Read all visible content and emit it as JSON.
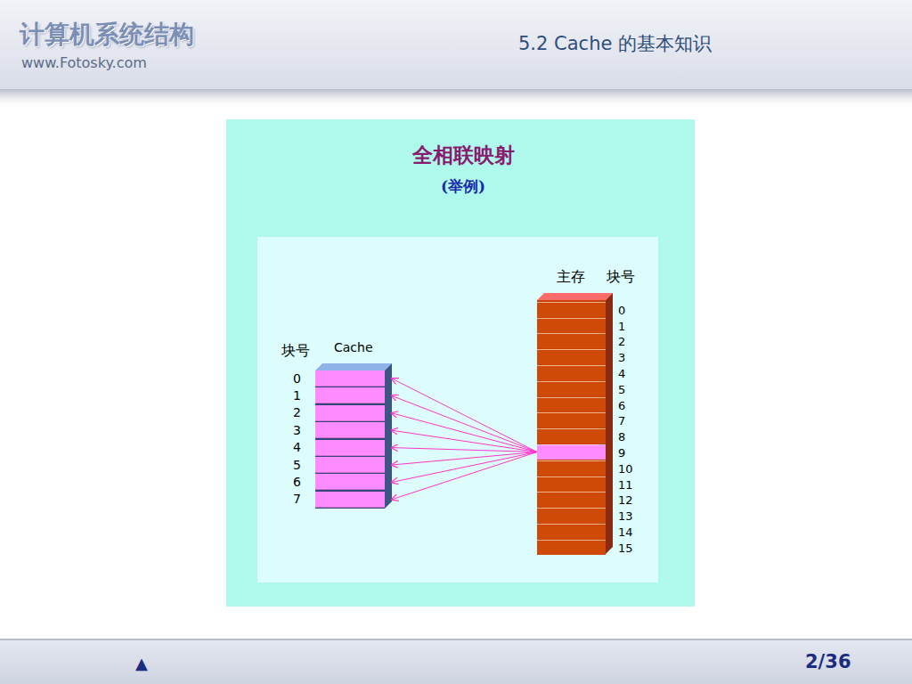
{
  "diagram": {
    "title": "全相联映射",
    "nodes": [
      {
        "text": [
          "Cache"
        ]
      },
      {
        "text": [
          "0"
        ],
        "in": 0
      },
      {
        "text": [
          "1"
        ],
        "in": 0
      },
      {
        "text": [
          "2"
        ],
        "in": 0
      },
      {
        "text": [
          "3"
        ],
        "in": 0
      },
      {
        "text": [
          "4"
        ],
        "in": 0
      },
      {
        "text": [
          "5"
        ],
        "in": 0
      },
      {
        "text": [
          "6"
        ],
        "in": 0
      },
      {
        "text": [
          "7"
        ],
        "in": 0
      },
      {
        "text": [
          "主存"
        ]
      },
      {
        "text": [
          "0"
        ],
        "in": 9
      },
      {
        "text": [
          "1"
        ],
        "in": 9
      },
      {
        "text": [
          "2"
        ],
        "in": 9
      },
      {
        "text": [
          "3"
        ],
        "in": 9
      },
      {
        "text": [
          "4"
        ],
        "in": 9
      },
      {
        "text": [
          "5"
        ],
        "in": 9
      },
      {
        "text": [
          "6"
        ],
        "in": 9
      },
      {
        "text": [
          "7"
        ],
        "in": 9
      },
      {
        "text": [
          "8"
        ],
        "in": 9
      },
      {
        "text": [
          "9"
        ],
        "in": 9
      },
      {
        "text": [
          "10"
        ],
        "in": 9
      },
      {
        "text": [
          "11"
        ],
        "in": 9
      },
      {
        "text": [
          "12"
        ],
        "in": 9
      },
      {
        "text": [
          "13"
        ],
        "in": 9
      },
      {
        "text": [
          "14"
        ],
        "in": 9
      },
      {
        "text": [
          "15"
        ],
        "in": 9
      }
    ],
    "edges": [
      {
        "from": 19,
        "to": 1,
        "arrow": "to"
      },
      {
        "from": 19,
        "to": 2,
        "arrow": "to"
      },
      {
        "from": 19,
        "to": 3,
        "arrow": "to"
      },
      {
        "from": 19,
        "to": 4,
        "arrow": "to"
      },
      {
        "from": 19,
        "to": 5,
        "arrow": "to"
      },
      {
        "from": 19,
        "to": 6,
        "arrow": "to"
      },
      {
        "from": 19,
        "to": 7,
        "arrow": "to"
      },
      {
        "from": 19,
        "to": 8,
        "arrow": "to"
      }
    ],
    "labels": [
      "计算机系统结构",
      "www.Fotosky.com",
      "5.2 Cache 的基本知识",
      "块号",
      "块号",
      "▲",
      "2/36",
      "(举例)"
    ]
  }
}
